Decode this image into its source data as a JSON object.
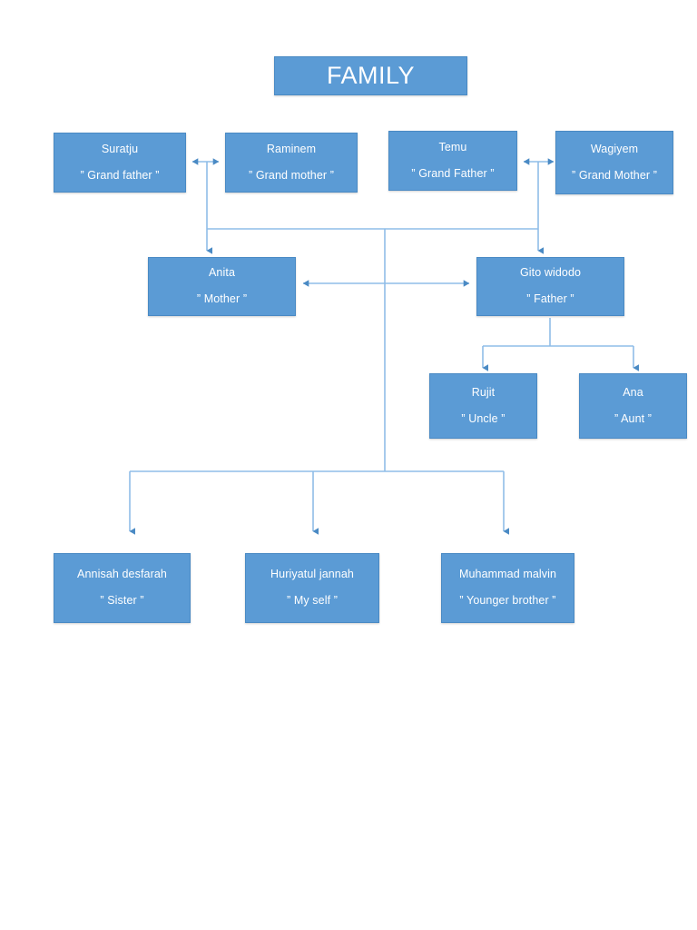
{
  "title": {
    "label": "FAMILY"
  },
  "theme": {
    "box_fill": "#5B9BD5",
    "box_border": "#4A8AC4",
    "connector": "#8FBDE8",
    "arrow": "#4A8AC4",
    "text": "#FFFFFF",
    "background": "#FFFFFF"
  },
  "nodes": {
    "grandparents_maternal": [
      {
        "name": "Suratju",
        "relation": "” Grand father ”"
      },
      {
        "name": "Raminem",
        "relation": "” Grand mother ”"
      }
    ],
    "grandparents_paternal": [
      {
        "name": "Temu",
        "relation": "” Grand Father ”"
      },
      {
        "name": "Wagiyem",
        "relation": "” Grand Mother ”"
      }
    ],
    "parents": [
      {
        "name": "Anita",
        "relation": "” Mother ”"
      },
      {
        "name": "Gito widodo",
        "relation": "” Father ”"
      }
    ],
    "uncles_aunts": [
      {
        "name": "Rujit",
        "relation": "” Uncle ”"
      },
      {
        "name": "Ana",
        "relation": "” Aunt ”"
      }
    ],
    "children": [
      {
        "name": "Annisah desfarah",
        "relation": "” Sister ”"
      },
      {
        "name": "Huriyatul jannah",
        "relation": "” My self ”"
      },
      {
        "name": "Muhammad malvin",
        "relation": "” Younger brother ”"
      }
    ]
  }
}
